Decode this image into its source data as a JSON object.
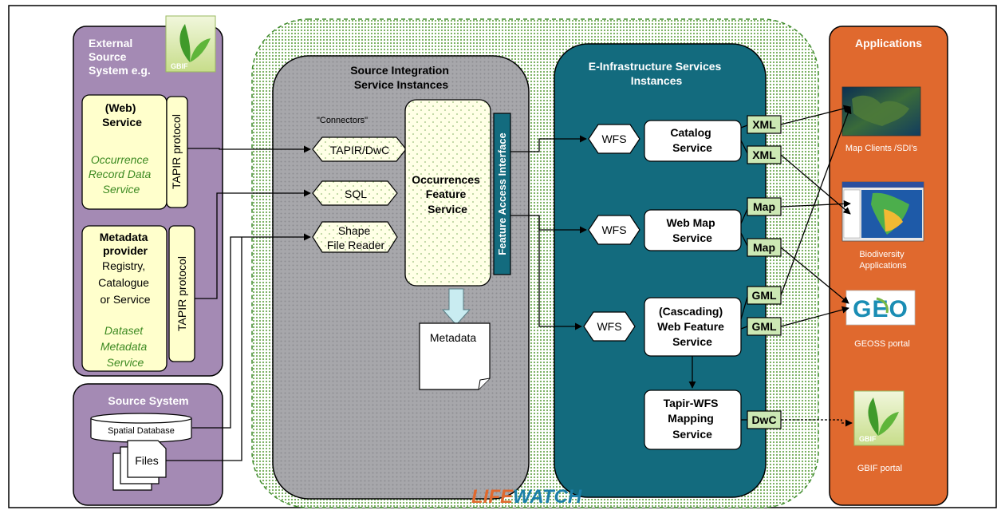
{
  "external": {
    "title_lines": [
      "External",
      "Source",
      "System e.g."
    ],
    "web_service": {
      "title_lines": [
        "(Web)",
        "Service"
      ],
      "italic_lines": [
        "Occurrence",
        "Record Data",
        "Service"
      ],
      "protocol": "TAPIR protocol"
    },
    "metadata_provider": {
      "title_lines": [
        "Metadata",
        "provider"
      ],
      "plain_lines": [
        "Registry,",
        "Catalogue",
        "or Service"
      ],
      "italic_lines": [
        "Dataset",
        "Metadata",
        "Service"
      ],
      "protocol": "TAPIR protocol"
    },
    "logo_text": "GBIF"
  },
  "source_system": {
    "title": "Source System",
    "database": "Spatial Database",
    "files": "Files"
  },
  "integration": {
    "title_lines": [
      "Source Integration",
      "Service Instances"
    ],
    "connectors_label": "\"Connectors\"",
    "connectors": [
      {
        "lines": [
          "TAPIR/DwC"
        ]
      },
      {
        "lines": [
          "SQL"
        ]
      },
      {
        "lines": [
          "Shape",
          "File Reader"
        ]
      }
    ],
    "occurrences_lines": [
      "Occurrences",
      "Feature",
      "Service"
    ],
    "feature_access": "Feature Access Interface",
    "metadata": "Metadata"
  },
  "einfra": {
    "title_lines": [
      "E-Infrastructure Services",
      "Instances"
    ],
    "wfs_label": "WFS",
    "services": [
      {
        "lines": [
          "Catalog",
          "Service"
        ]
      },
      {
        "lines": [
          "Web Map",
          "Service"
        ]
      },
      {
        "lines": [
          "(Cascading)",
          "Web Feature",
          "Service"
        ]
      },
      {
        "lines": [
          "Tapir-WFS",
          "Mapping",
          "Service"
        ]
      }
    ],
    "badges": [
      "XML",
      "XML",
      "Map",
      "Map",
      "GML",
      "GML",
      "DwC"
    ]
  },
  "lifewatch": {
    "part1": "LIFE",
    "part2": "WATCH"
  },
  "applications": {
    "title": "Applications",
    "items": [
      {
        "label_lines": [
          "Map Clients /SDI's"
        ]
      },
      {
        "label_lines": [
          "Biodiversity",
          "Applications"
        ]
      },
      {
        "label_lines": [
          "GEOSS portal"
        ]
      },
      {
        "label_lines": [
          "GBIF portal"
        ]
      }
    ],
    "geo_logo": "GEO",
    "gbif_logo": "GBIF"
  },
  "colors": {
    "purple": "#a48ab4",
    "teal": "#136b7e",
    "orange": "#e0692e",
    "cream": "#ffffcc",
    "badge": "#cce8b4",
    "gray": "#a4a4a4",
    "green_dots": "#6faa55",
    "italic_green": "#3d8a22"
  }
}
